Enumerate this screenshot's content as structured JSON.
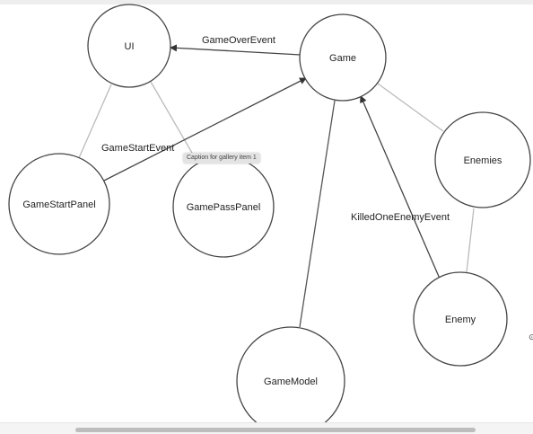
{
  "nodes": {
    "ui": "UI",
    "game": "Game",
    "enemies": "Enemies",
    "gamestartpanel": "GameStartPanel",
    "gamepasspanel": "GamePassPanel",
    "enemy": "Enemy",
    "gamemodel": "GameModel"
  },
  "edges": {
    "game_to_ui": "GameOverEvent",
    "startpanel_to_game": "GameStartEvent",
    "enemy_to_game": "KilledOneEnemyEvent"
  },
  "tooltip": {
    "text": "Caption for gallery item 1"
  },
  "icons": {
    "edge_marker": "target-icon"
  },
  "colors": {
    "node_stroke": "#444444",
    "edge_stroke": "#555555",
    "light_edge": "#bbbbbb"
  }
}
